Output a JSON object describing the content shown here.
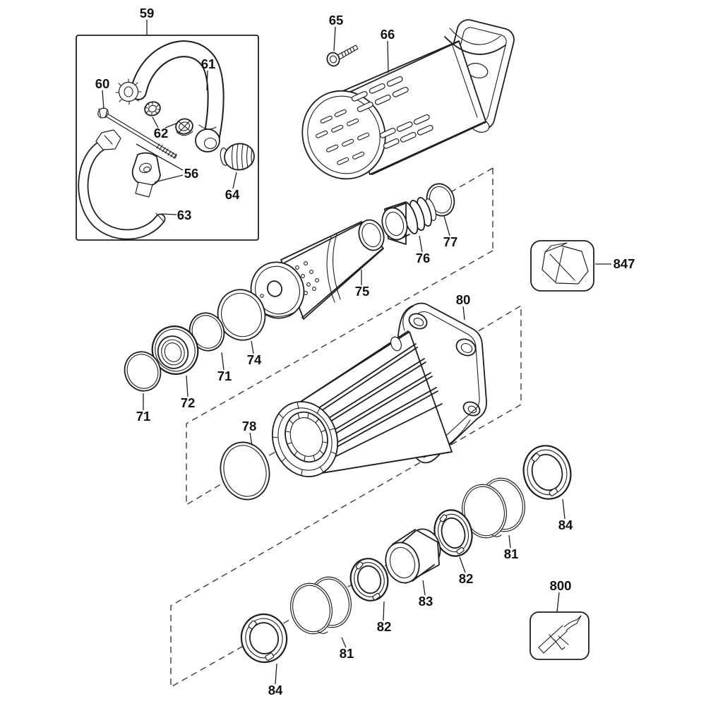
{
  "figure": {
    "kind": "exploded-parts-diagram",
    "background_color": "#ffffff",
    "line_color": "#1e1e1e",
    "boxed_groups": 3
  },
  "callouts": [
    {
      "text": "59"
    },
    {
      "text": "60"
    },
    {
      "text": "61"
    },
    {
      "text": "62"
    },
    {
      "text": "56"
    },
    {
      "text": "63"
    },
    {
      "text": "64"
    },
    {
      "text": "65"
    },
    {
      "text": "66"
    },
    {
      "text": "75"
    },
    {
      "text": "76"
    },
    {
      "text": "77"
    },
    {
      "text": "74"
    },
    {
      "text": "71"
    },
    {
      "text": "72"
    },
    {
      "text": "71"
    },
    {
      "text": "78"
    },
    {
      "text": "80"
    },
    {
      "text": "847"
    },
    {
      "text": "84"
    },
    {
      "text": "81"
    },
    {
      "text": "82"
    },
    {
      "text": "83"
    },
    {
      "text": "82"
    },
    {
      "text": "81"
    },
    {
      "text": "84"
    },
    {
      "text": "800"
    }
  ]
}
